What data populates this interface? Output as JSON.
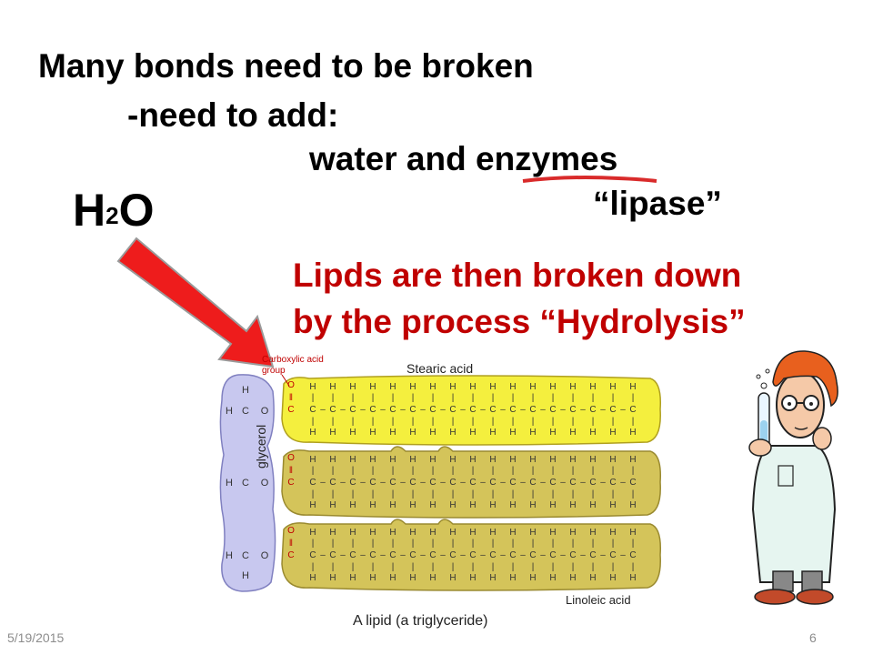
{
  "slide": {
    "line1": "Many bonds need to be broken",
    "line2": "-need to add:",
    "line3": "water and enzymes",
    "line4": "“lipase”",
    "h2o_h": "H",
    "h2o_2": "2",
    "h2o_o": "O",
    "red_line1": "Lipds are then broken down",
    "red_line2": "by the process “Hydrolysis”",
    "footer_date": "5/19/2015",
    "page_number": "6"
  },
  "diagram": {
    "carboxyl_label_1": "Carboxylic acid",
    "carboxyl_label_2": "group",
    "stearic_label": "Stearic acid",
    "glycerol_label": "glycerol",
    "linoleic_label": "Linoleic acid",
    "caption": "A lipid  (a triglyceride)"
  },
  "colors": {
    "red_text": "#c00000",
    "arrow_red": "#ee1c1c",
    "glycerol_fill": "#c8c8ef",
    "stearic_fill": "#f4ef3e",
    "linoleic_fill": "#d4c45a",
    "underline_red": "#d92b2b"
  }
}
